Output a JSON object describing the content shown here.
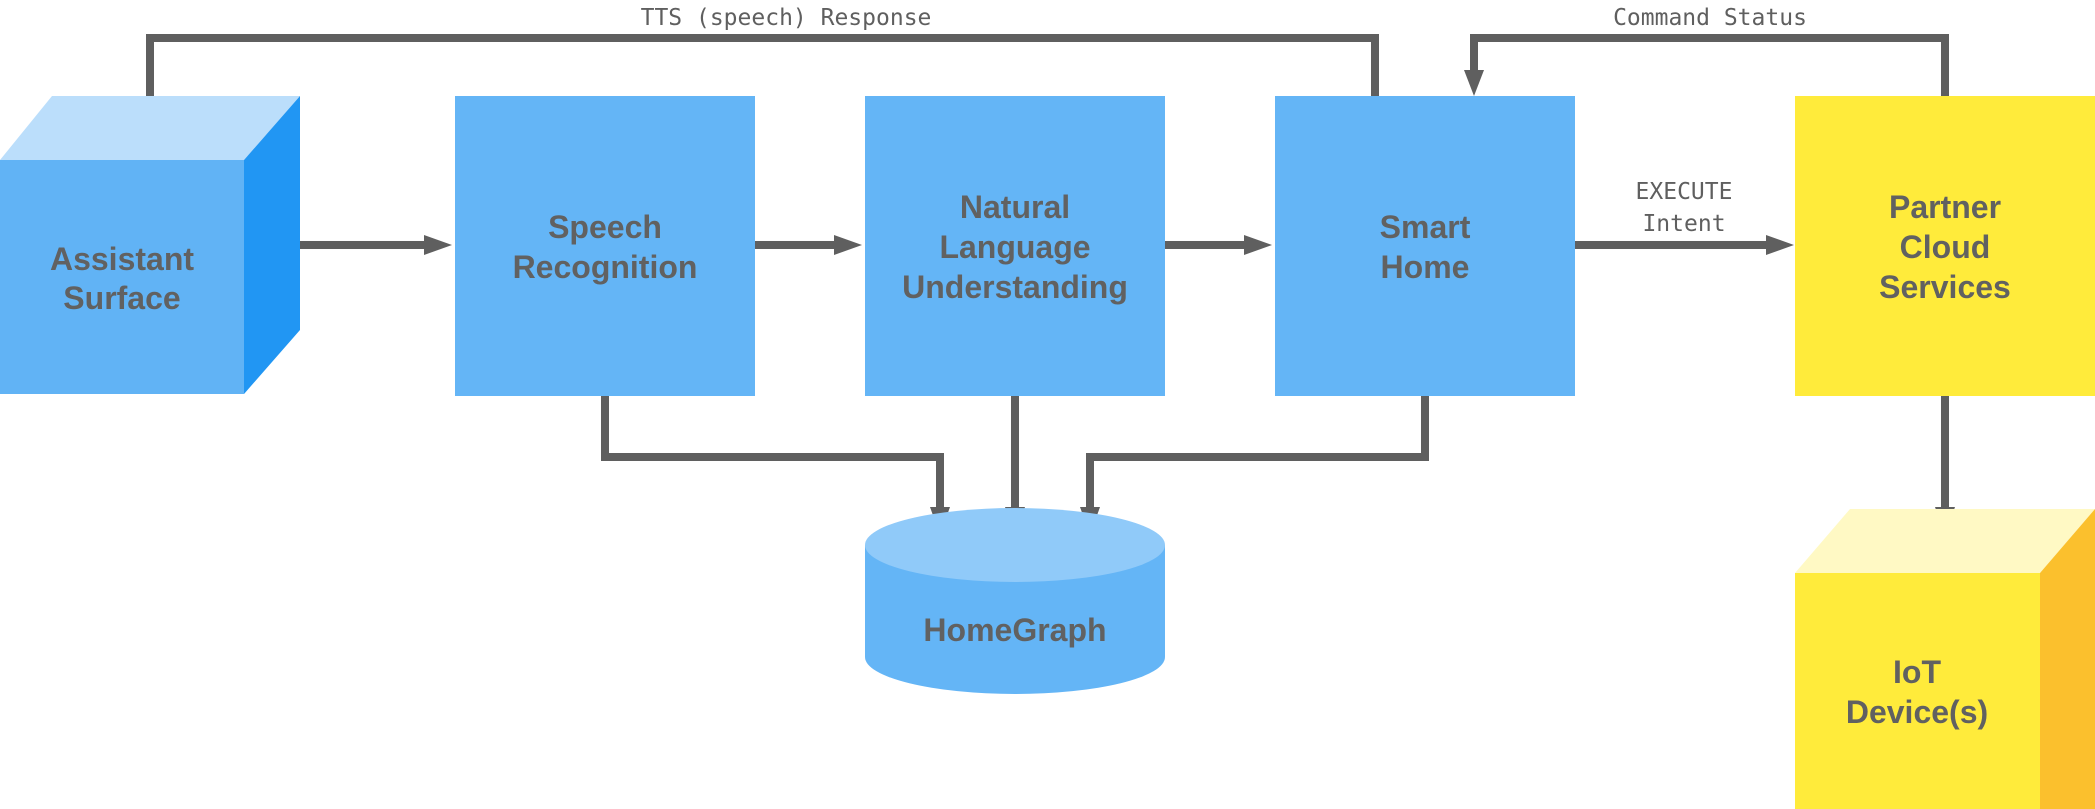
{
  "nodes": {
    "assistant_surface": {
      "lines": [
        "Assistant",
        "Surface"
      ],
      "shape": "cube",
      "colors": {
        "front": "#61B3F5",
        "top": "#BBDEFB",
        "side": "#2196F3"
      }
    },
    "speech_recognition": {
      "lines": [
        "Speech",
        "Recognition"
      ],
      "shape": "box",
      "color": "#64B5F6"
    },
    "nlu": {
      "lines": [
        "Natural",
        "Language",
        "Understanding"
      ],
      "shape": "box",
      "color": "#64B5F6"
    },
    "smart_home": {
      "lines": [
        "Smart",
        "Home"
      ],
      "shape": "box",
      "color": "#64B5F6"
    },
    "partner_cloud": {
      "lines": [
        "Partner",
        "Cloud",
        "Services"
      ],
      "shape": "box",
      "color": "#FFEB3B"
    },
    "homegraph": {
      "lines": [
        "HomeGraph"
      ],
      "shape": "cylinder",
      "colors": {
        "body": "#64B5F6",
        "top": "#90CAF9"
      }
    },
    "iot_devices": {
      "lines": [
        "IoT",
        "Device(s)"
      ],
      "shape": "cube",
      "colors": {
        "front": "#FFEB3B",
        "top": "#FFF9C4",
        "side": "#FBC02D"
      }
    }
  },
  "edges": {
    "tts_response": {
      "lines": [
        "TTS (speech) Response"
      ]
    },
    "command_status": {
      "lines": [
        "Command Status"
      ]
    },
    "execute_intent": {
      "lines": [
        "EXECUTE",
        "Intent"
      ]
    }
  },
  "colors": {
    "connector": "#5F5F5F",
    "label_text": "#616161"
  }
}
